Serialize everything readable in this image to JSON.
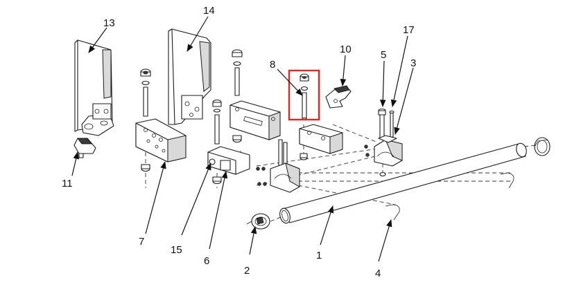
{
  "callouts": {
    "c1": "1",
    "c2": "2",
    "c3": "3",
    "c4": "4",
    "c5": "5",
    "c6": "6",
    "c7": "7",
    "c8": "8",
    "c10": "10",
    "c11": "11",
    "c13": "13",
    "c14": "14",
    "c15": "15",
    "c17": "17"
  },
  "highlight_color": "#e0261f"
}
